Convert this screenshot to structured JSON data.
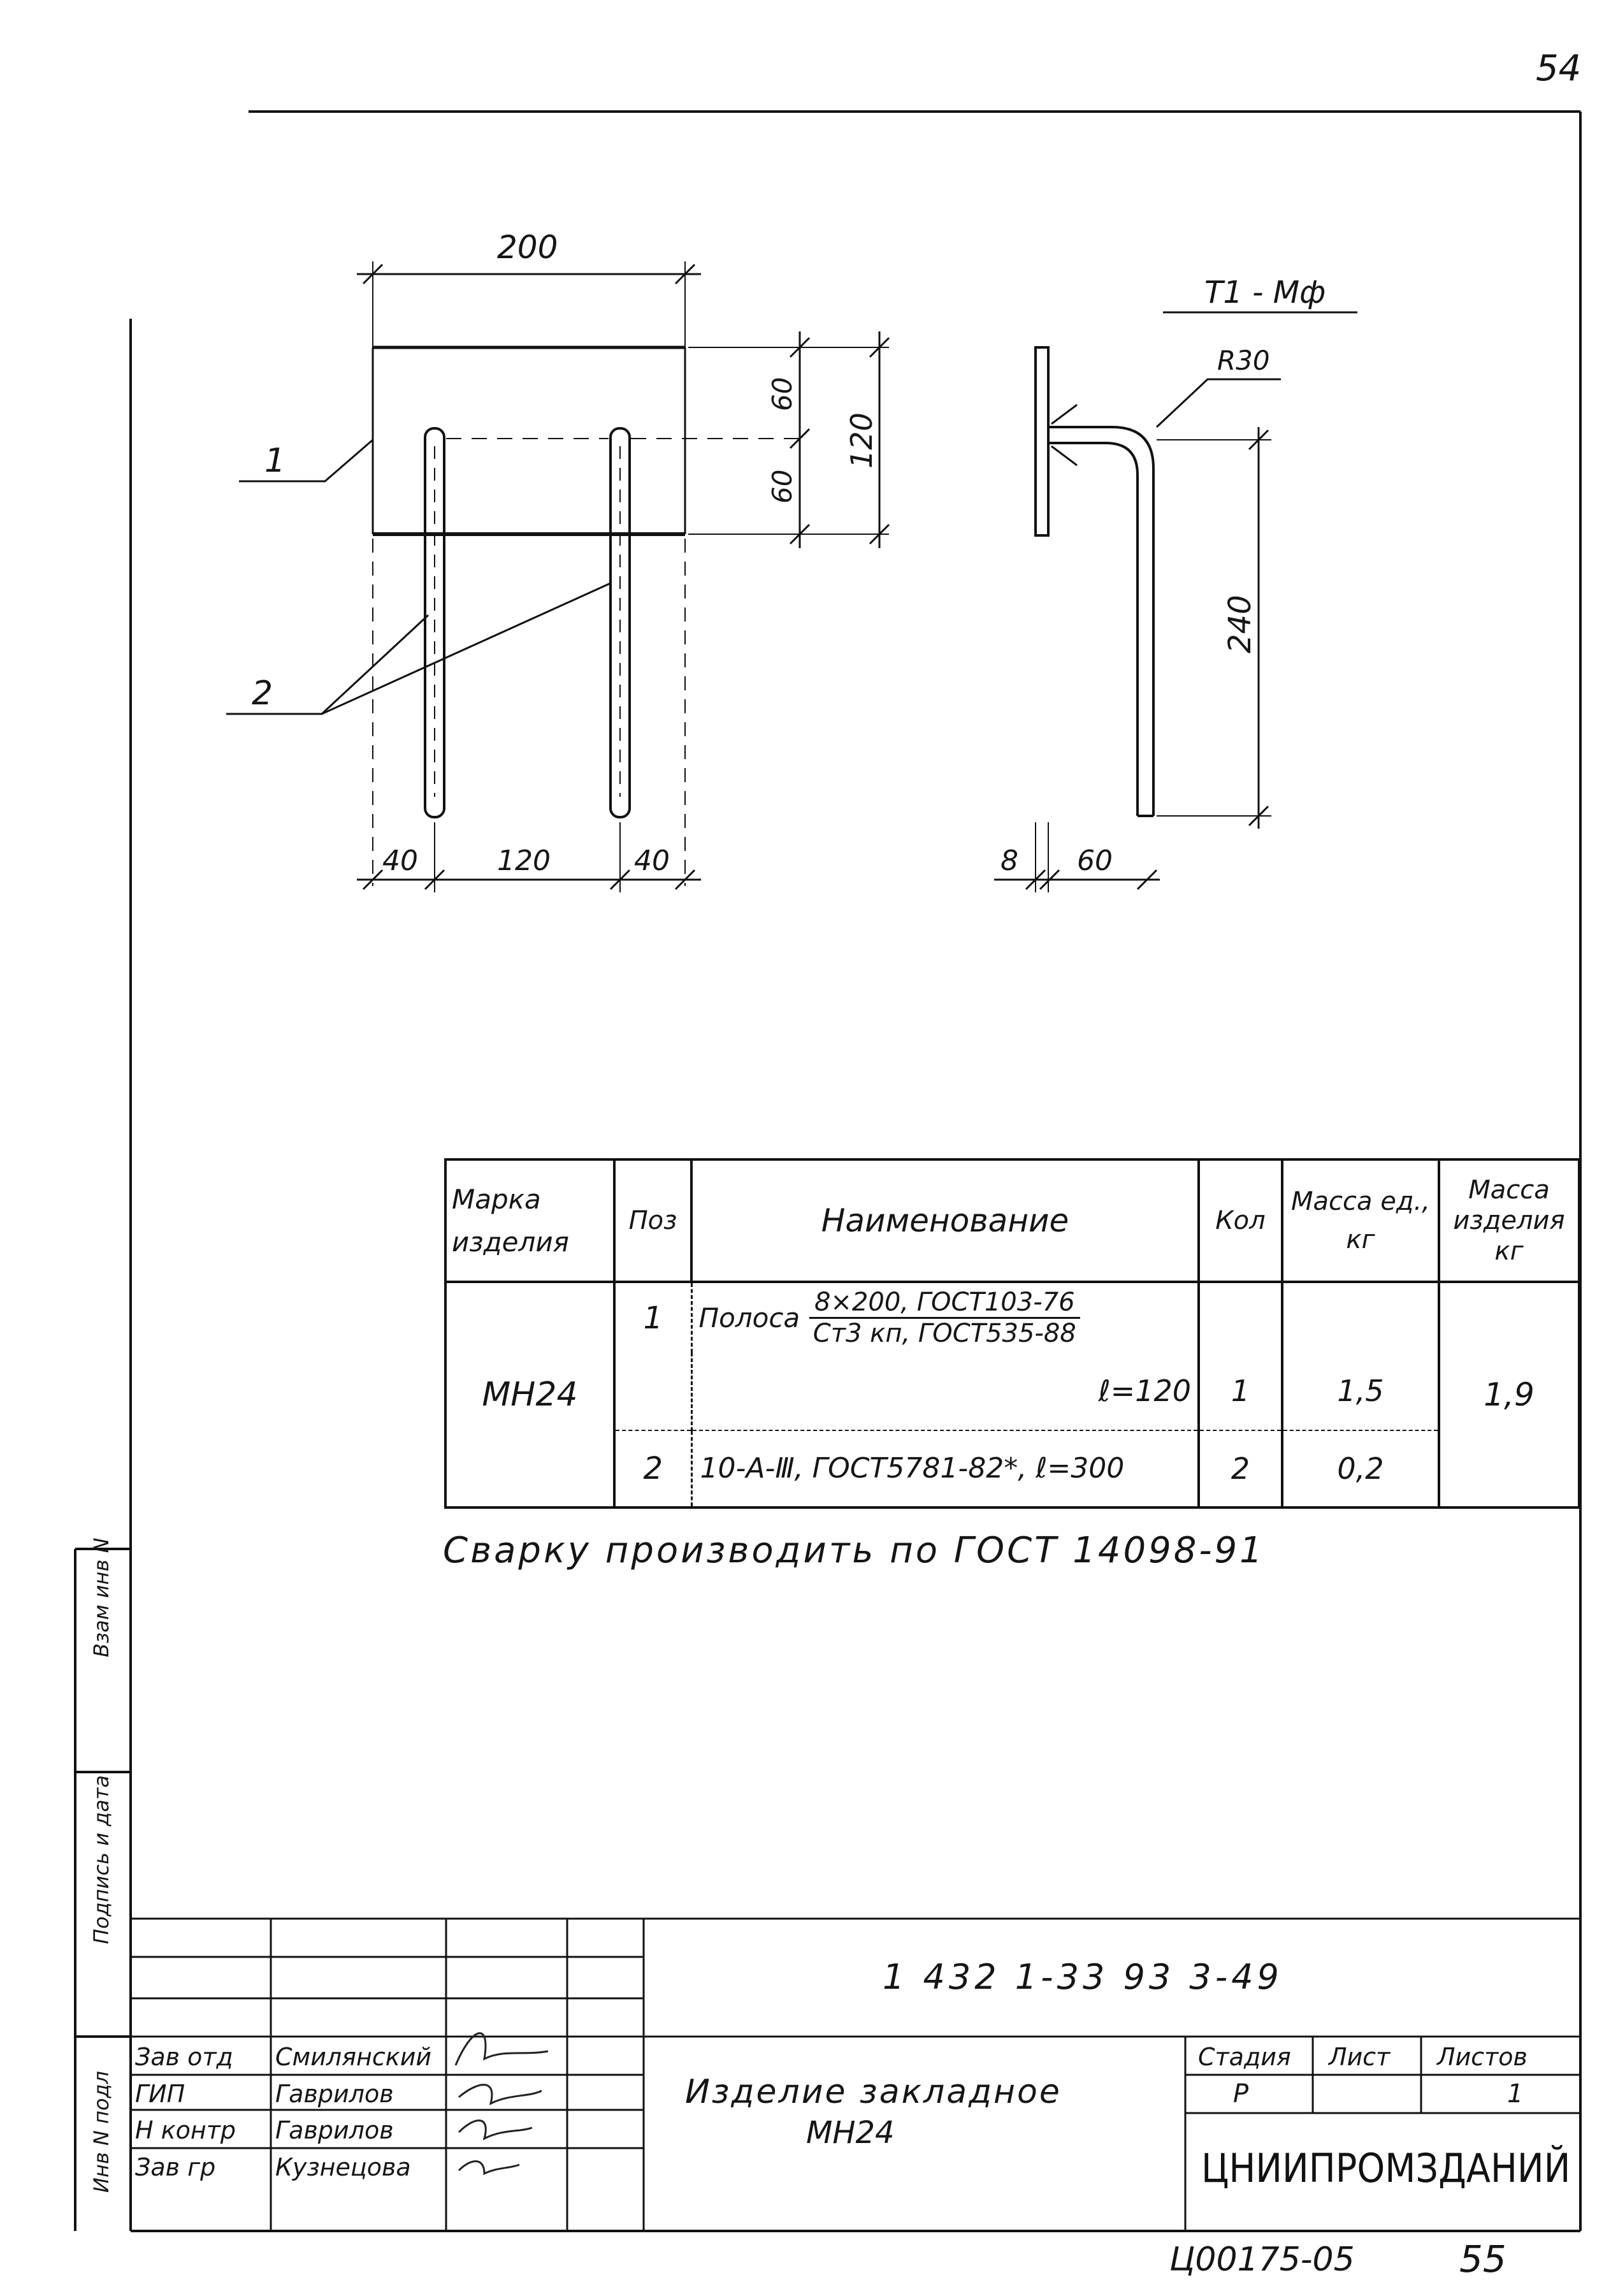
{
  "page": {
    "number_top": "54",
    "number_bottom": "55",
    "archive_code": "Ц00175-05"
  },
  "drawing": {
    "view_title": "Т1 - Мф",
    "dims": {
      "width_200": "200",
      "h_60_top": "60",
      "h_60_bottom": "60",
      "h_120": "120",
      "b_40_left": "40",
      "b_120": "120",
      "b_40_right": "40",
      "radius": "R30",
      "len_240": "240",
      "thick_8": "8",
      "off_60": "60"
    },
    "callouts": {
      "pos1": "1",
      "pos2": "2"
    }
  },
  "spec_table": {
    "headers": {
      "mark": "Марка изделия",
      "pos": "Поз",
      "name": "Наименование",
      "qty": "Кол",
      "mass_unit": "Масса ед., кг",
      "mass_item": "Масса изделия кг"
    },
    "mark_value": "МН24",
    "mass_item_value": "1,9",
    "row1": {
      "pos": "1",
      "name_prefix": "Полоса",
      "name_numerator": "8×200, ГОСТ103-76",
      "name_denominator": "Ст3 кп, ГОСТ535-88",
      "length": "ℓ=120",
      "qty": "1",
      "mass": "1,5"
    },
    "row2": {
      "pos": "2",
      "name": "10-А-Ⅲ, ГОСТ5781-82*, ℓ=300",
      "qty": "2",
      "mass": "0,2"
    }
  },
  "note": "Сварку производить по ГОСТ 14098-91",
  "side_strip": {
    "inv_podl": "Инв N подл",
    "podp_data": "Подпись и дата",
    "vzam_inv": "Взам инв N"
  },
  "title_block": {
    "doc_code": "1 432 1-33 93 3-49",
    "title_line1": "Изделие закладное",
    "title_line2": "МН24",
    "stage_header": "Стадия",
    "sheet_header": "Лист",
    "sheets_header": "Листов",
    "stage_value": "Р",
    "sheets_value": "1",
    "org": "ЦНИИПРОМЗДАНИЙ",
    "people": [
      {
        "role": "Зав отд",
        "name": "Смилянский"
      },
      {
        "role": "ГИП",
        "name": "Гаврилов"
      },
      {
        "role": "Н контр",
        "name": "Гаврилов"
      },
      {
        "role": "Зав гр",
        "name": "Кузнецова"
      }
    ]
  }
}
